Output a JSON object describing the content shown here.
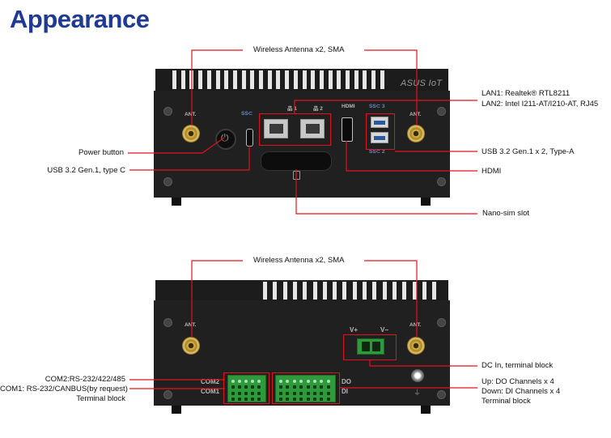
{
  "title": "Appearance",
  "top_device": {
    "brand": "ASUS IoT",
    "port_labels": {
      "ant_left": "ANT.",
      "ant_right": "ANT.",
      "usbc": "SS⊂",
      "lan1": "品 1",
      "lan2": "品 2",
      "hdmi": "HDMI",
      "usb3": "SS⊂ 3",
      "usb2": "SS⊂ 2"
    },
    "callouts": {
      "wireless": "Wireless Antenna x2, SMA",
      "lan1": "LAN1: Realtek® RTL8211",
      "lan2": "LAN2: Intel I211-AT/I210-AT, RJ45",
      "power": "Power button",
      "usbc": "USB 3.2 Gen.1, type C",
      "usba": "USB 3.2 Gen.1 x 2, Type-A",
      "hdmi": "HDMI",
      "sim": "Nano-sim slot"
    }
  },
  "bottom_device": {
    "port_labels": {
      "ant_left": "ANT.",
      "ant_right": "ANT.",
      "vplus": "V+",
      "vminus": "V−",
      "com2": "COM2",
      "com1": "COM1",
      "do": "DO",
      "di": "DI"
    },
    "callouts": {
      "wireless": "Wireless Antenna x2, SMA",
      "dcin": "DC In, terminal block",
      "com2": "COM2:RS-232/422/485",
      "com1": "COM1: RS-232/CANBUS(by request)",
      "com_tb": "Terminal block",
      "dio_up": "Up: DO Channels x 4",
      "dio_down": "Down: DI Channels x 4",
      "dio_tb": "Terminal block"
    }
  },
  "colors": {
    "title": "#1f3a93",
    "callout_line": "#e0141e",
    "chassis": "#202020",
    "terminal": "#2e9a3c"
  }
}
